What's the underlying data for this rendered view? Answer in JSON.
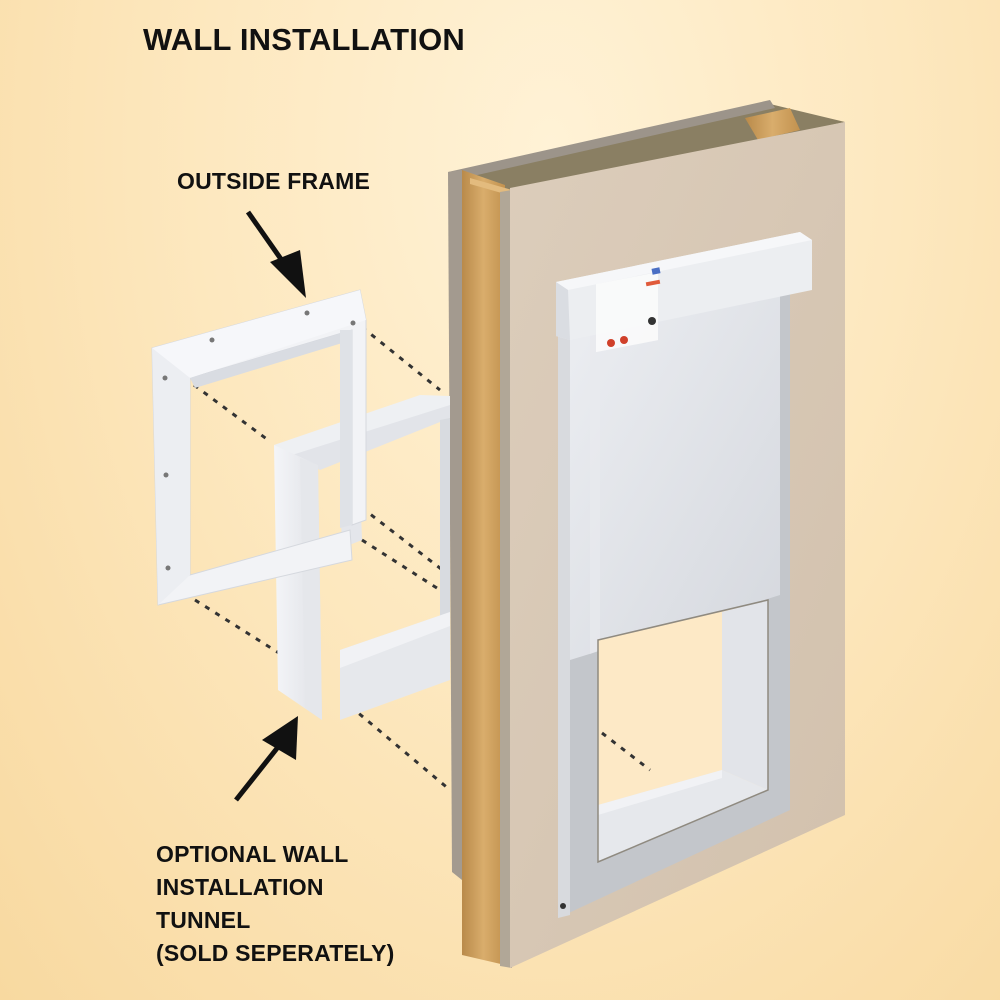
{
  "diagram": {
    "title": "WALL INSTALLATION",
    "labels": {
      "outside_frame": "OUTSIDE FRAME",
      "tunnel": {
        "line1": "OPTIONAL WALL",
        "line2": "INSTALLATION",
        "line3": "TUNNEL",
        "line4": "(SOLD SEPERATELY)"
      }
    },
    "components": [
      {
        "name": "Outside frame",
        "color": "#f2f3f6"
      },
      {
        "name": "Wall installation tunnel",
        "color": "#e9eaee"
      },
      {
        "name": "Wall section with wood stud",
        "color": "#d8c8b6"
      },
      {
        "name": "Pet door with motor housing and flap",
        "color": "#c9ccd1"
      }
    ],
    "colors": {
      "background": "#fde8bf",
      "wall_face": "#d9c9b7",
      "wood_stud": "#c99a5a",
      "drywall_edge": "#9f968b",
      "door_frame": "#bfc3c8",
      "flap": "#dfe2e7",
      "text": "#111111"
    }
  }
}
